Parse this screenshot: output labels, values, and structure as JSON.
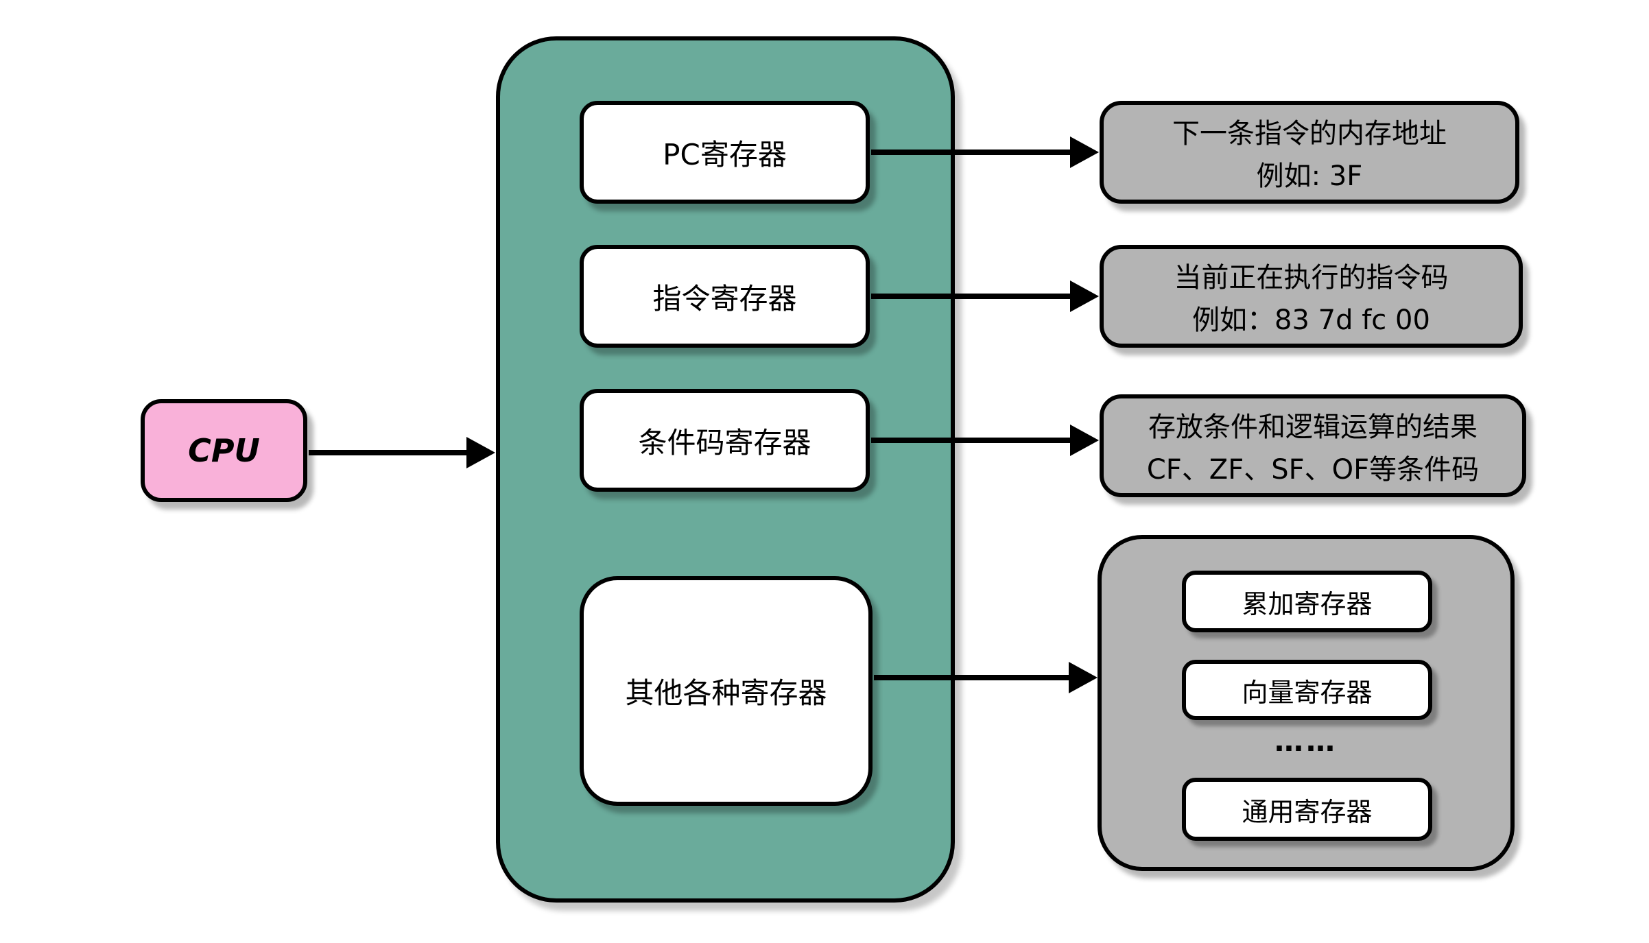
{
  "diagram": {
    "cpu_label": "CPU",
    "registers": [
      {
        "label": "PC寄存器"
      },
      {
        "label": "指令寄存器"
      },
      {
        "label": "条件码寄存器"
      },
      {
        "label": "其他各种寄存器"
      }
    ],
    "annotations": [
      {
        "line1": "下一条指令的内存地址",
        "line2": "例如: 3F"
      },
      {
        "line1": "当前正在执行的指令码",
        "line2": "例如：83 7d fc 00"
      },
      {
        "line1": "存放条件和逻辑运算的结果",
        "line2": "CF、ZF、SF、OF等条件码"
      }
    ],
    "other_registers": {
      "items": [
        {
          "label": "累加寄存器"
        },
        {
          "label": "向量寄存器"
        },
        {
          "label": "……"
        },
        {
          "label": "通用寄存器"
        }
      ]
    },
    "colors": {
      "cpu_fill": "#f9b1d9",
      "container_fill": "#6aab9b",
      "annotation_fill": "#b4b4b4",
      "box_fill": "#ffffff",
      "stroke": "#000000"
    }
  }
}
